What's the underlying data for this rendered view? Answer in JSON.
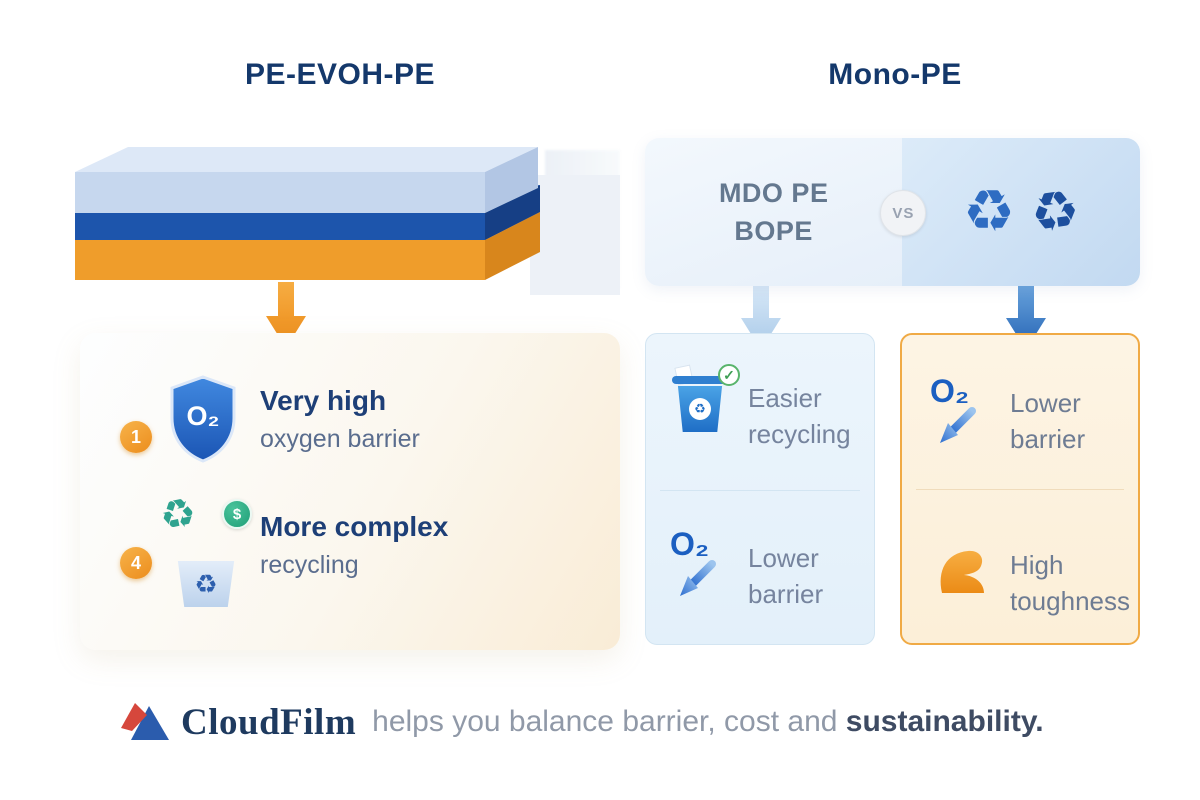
{
  "titles": {
    "left": "PE-EVOH-PE",
    "right": "Mono-PE"
  },
  "header_card": {
    "material_line1": "MDO PE",
    "material_line2": "BOPE",
    "vs_label": "VS",
    "icon1": "♻",
    "icon2": "♻"
  },
  "left_card": {
    "items": [
      {
        "badge": "1",
        "o2": "O₂",
        "title": "Very high",
        "subtitle": "oxygen barrier"
      },
      {
        "badge": "4",
        "title": "More complex",
        "subtitle": "recycling"
      }
    ]
  },
  "middle_card": {
    "rows": [
      {
        "line1": "Easier",
        "line2": "recycling"
      },
      {
        "o2": "O₂",
        "line1": "Lower",
        "line2": "barrier"
      }
    ]
  },
  "right_card": {
    "rows": [
      {
        "o2": "O₂",
        "line1": "Lower",
        "line2": "barrier"
      },
      {
        "line1": "High",
        "line2": "toughness"
      }
    ]
  },
  "icons": {
    "recycle": "♻",
    "check": "✓",
    "dollar": "$"
  },
  "footer": {
    "brand": "CloudFilm",
    "tagline": "helps you balance barrier, cost and ",
    "tagline_bold": "sustainability."
  },
  "colors": {
    "navy": "#14386b",
    "accent_orange": "#f09d2b",
    "accent_blue": "#1d55ac",
    "light_blue": "#cfe3f5"
  }
}
